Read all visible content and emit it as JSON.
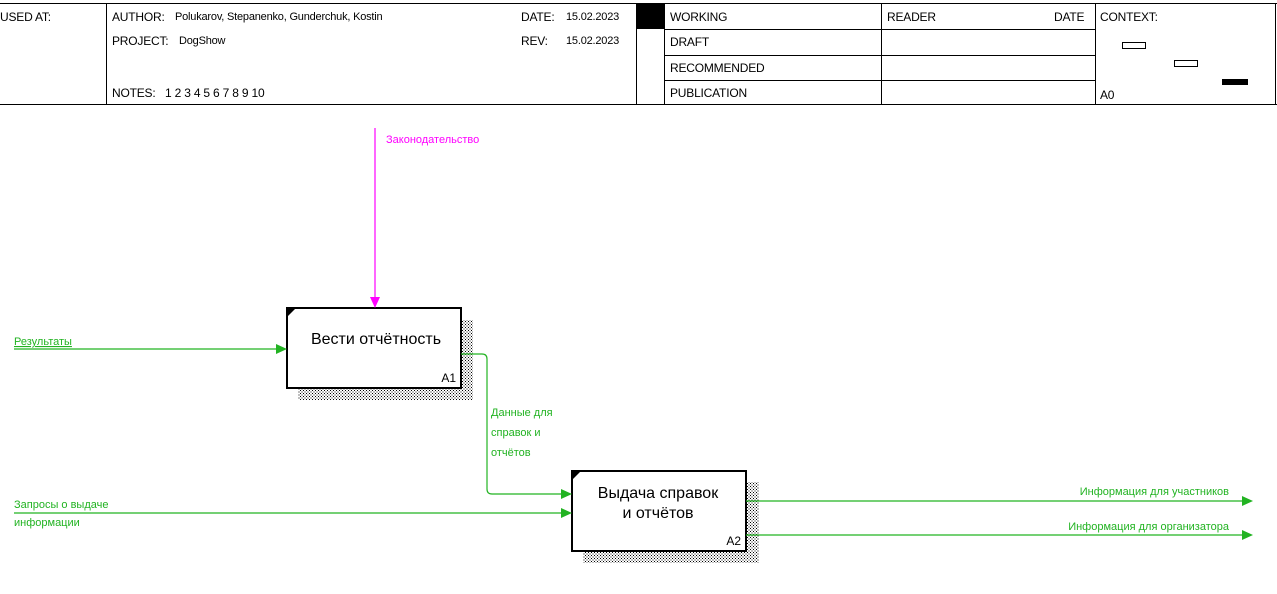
{
  "header": {
    "used_at": "USED AT:",
    "author_label": "AUTHOR:",
    "author": "Polukarov, Stepanenko, Gunderchuk, Kostin",
    "project_label": "PROJECT:",
    "project": "DogShow",
    "notes_label": "NOTES:",
    "notes": "1 2 3 4 5 6 7 8 9 10",
    "date_label": "DATE:",
    "date": "15.02.2023",
    "rev_label": "REV:",
    "rev": "15.02.2023",
    "status": [
      "WORKING",
      "DRAFT",
      "RECOMMENDED",
      "PUBLICATION"
    ],
    "reader": "READER",
    "reader_date": "DATE",
    "context": "CONTEXT:",
    "node": "A0"
  },
  "diagram": {
    "boxes": [
      {
        "title": "Вести отчётность",
        "number": "A1"
      },
      {
        "title_line1": "Выдача справок",
        "title_line2": "и отчётов",
        "number": "A2"
      }
    ],
    "arrows": {
      "control": "Законодательство",
      "input1": "Результаты",
      "input2_line1": "Запросы о выдаче",
      "input2_line2": "информации",
      "internal_line1": "Данные для",
      "internal_line2": "справок и",
      "internal_line3": "отчётов",
      "output1": "Информация для участников",
      "output2": "Информация для организатора"
    }
  },
  "colors": {
    "arrow_green": "#22b322",
    "control_magenta": "#ff00ff",
    "label_green": "#22b322",
    "label_magenta": "#ff00ff"
  }
}
